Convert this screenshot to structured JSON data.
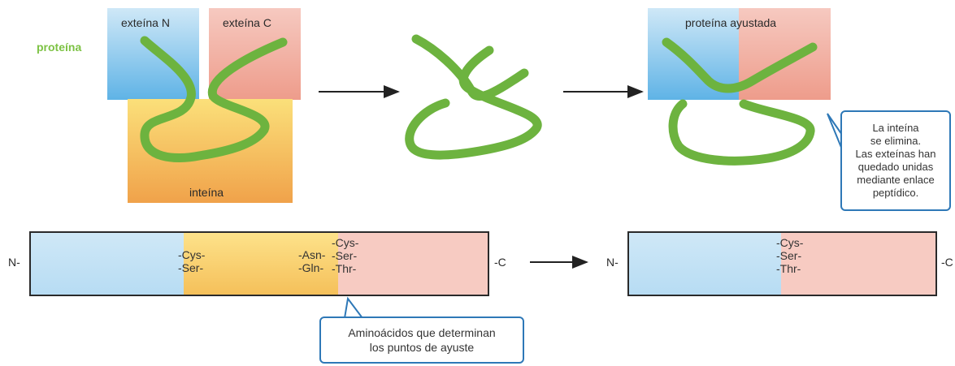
{
  "top": {
    "protein_label": "proteína",
    "extein_n": "exteína N",
    "extein_c": "exteína C",
    "intein": "inteína",
    "spliced_protein": "proteína ayustada",
    "callout_lines": [
      "La inteína",
      "se elimina.",
      "Las exteínas han",
      "quedado unidas",
      "mediante enlace",
      "peptídico."
    ]
  },
  "bottom": {
    "left_bar": {
      "n_end": "N-",
      "c_end": "-C",
      "stack_a": [
        "-Cys-",
        "-Ser-"
      ],
      "stack_b": [
        "-Asn-",
        "-Gln-"
      ],
      "stack_c": [
        "-Cys-",
        "-Ser-",
        "-Thr-"
      ]
    },
    "right_bar": {
      "n_end": "N-",
      "c_end": "-C",
      "stack": [
        "-Cys-",
        "-Ser-",
        "-Thr-"
      ]
    },
    "callout_lines": [
      "Aminoácidos que determinan",
      "los puntos de ayuste"
    ]
  },
  "colors": {
    "protein_green": "#6db33f",
    "blue_region": "#5fb3e6",
    "pink_region": "#ee9c8b",
    "yellow_region": "#f5c05a",
    "callout_border": "#2e78b7"
  }
}
